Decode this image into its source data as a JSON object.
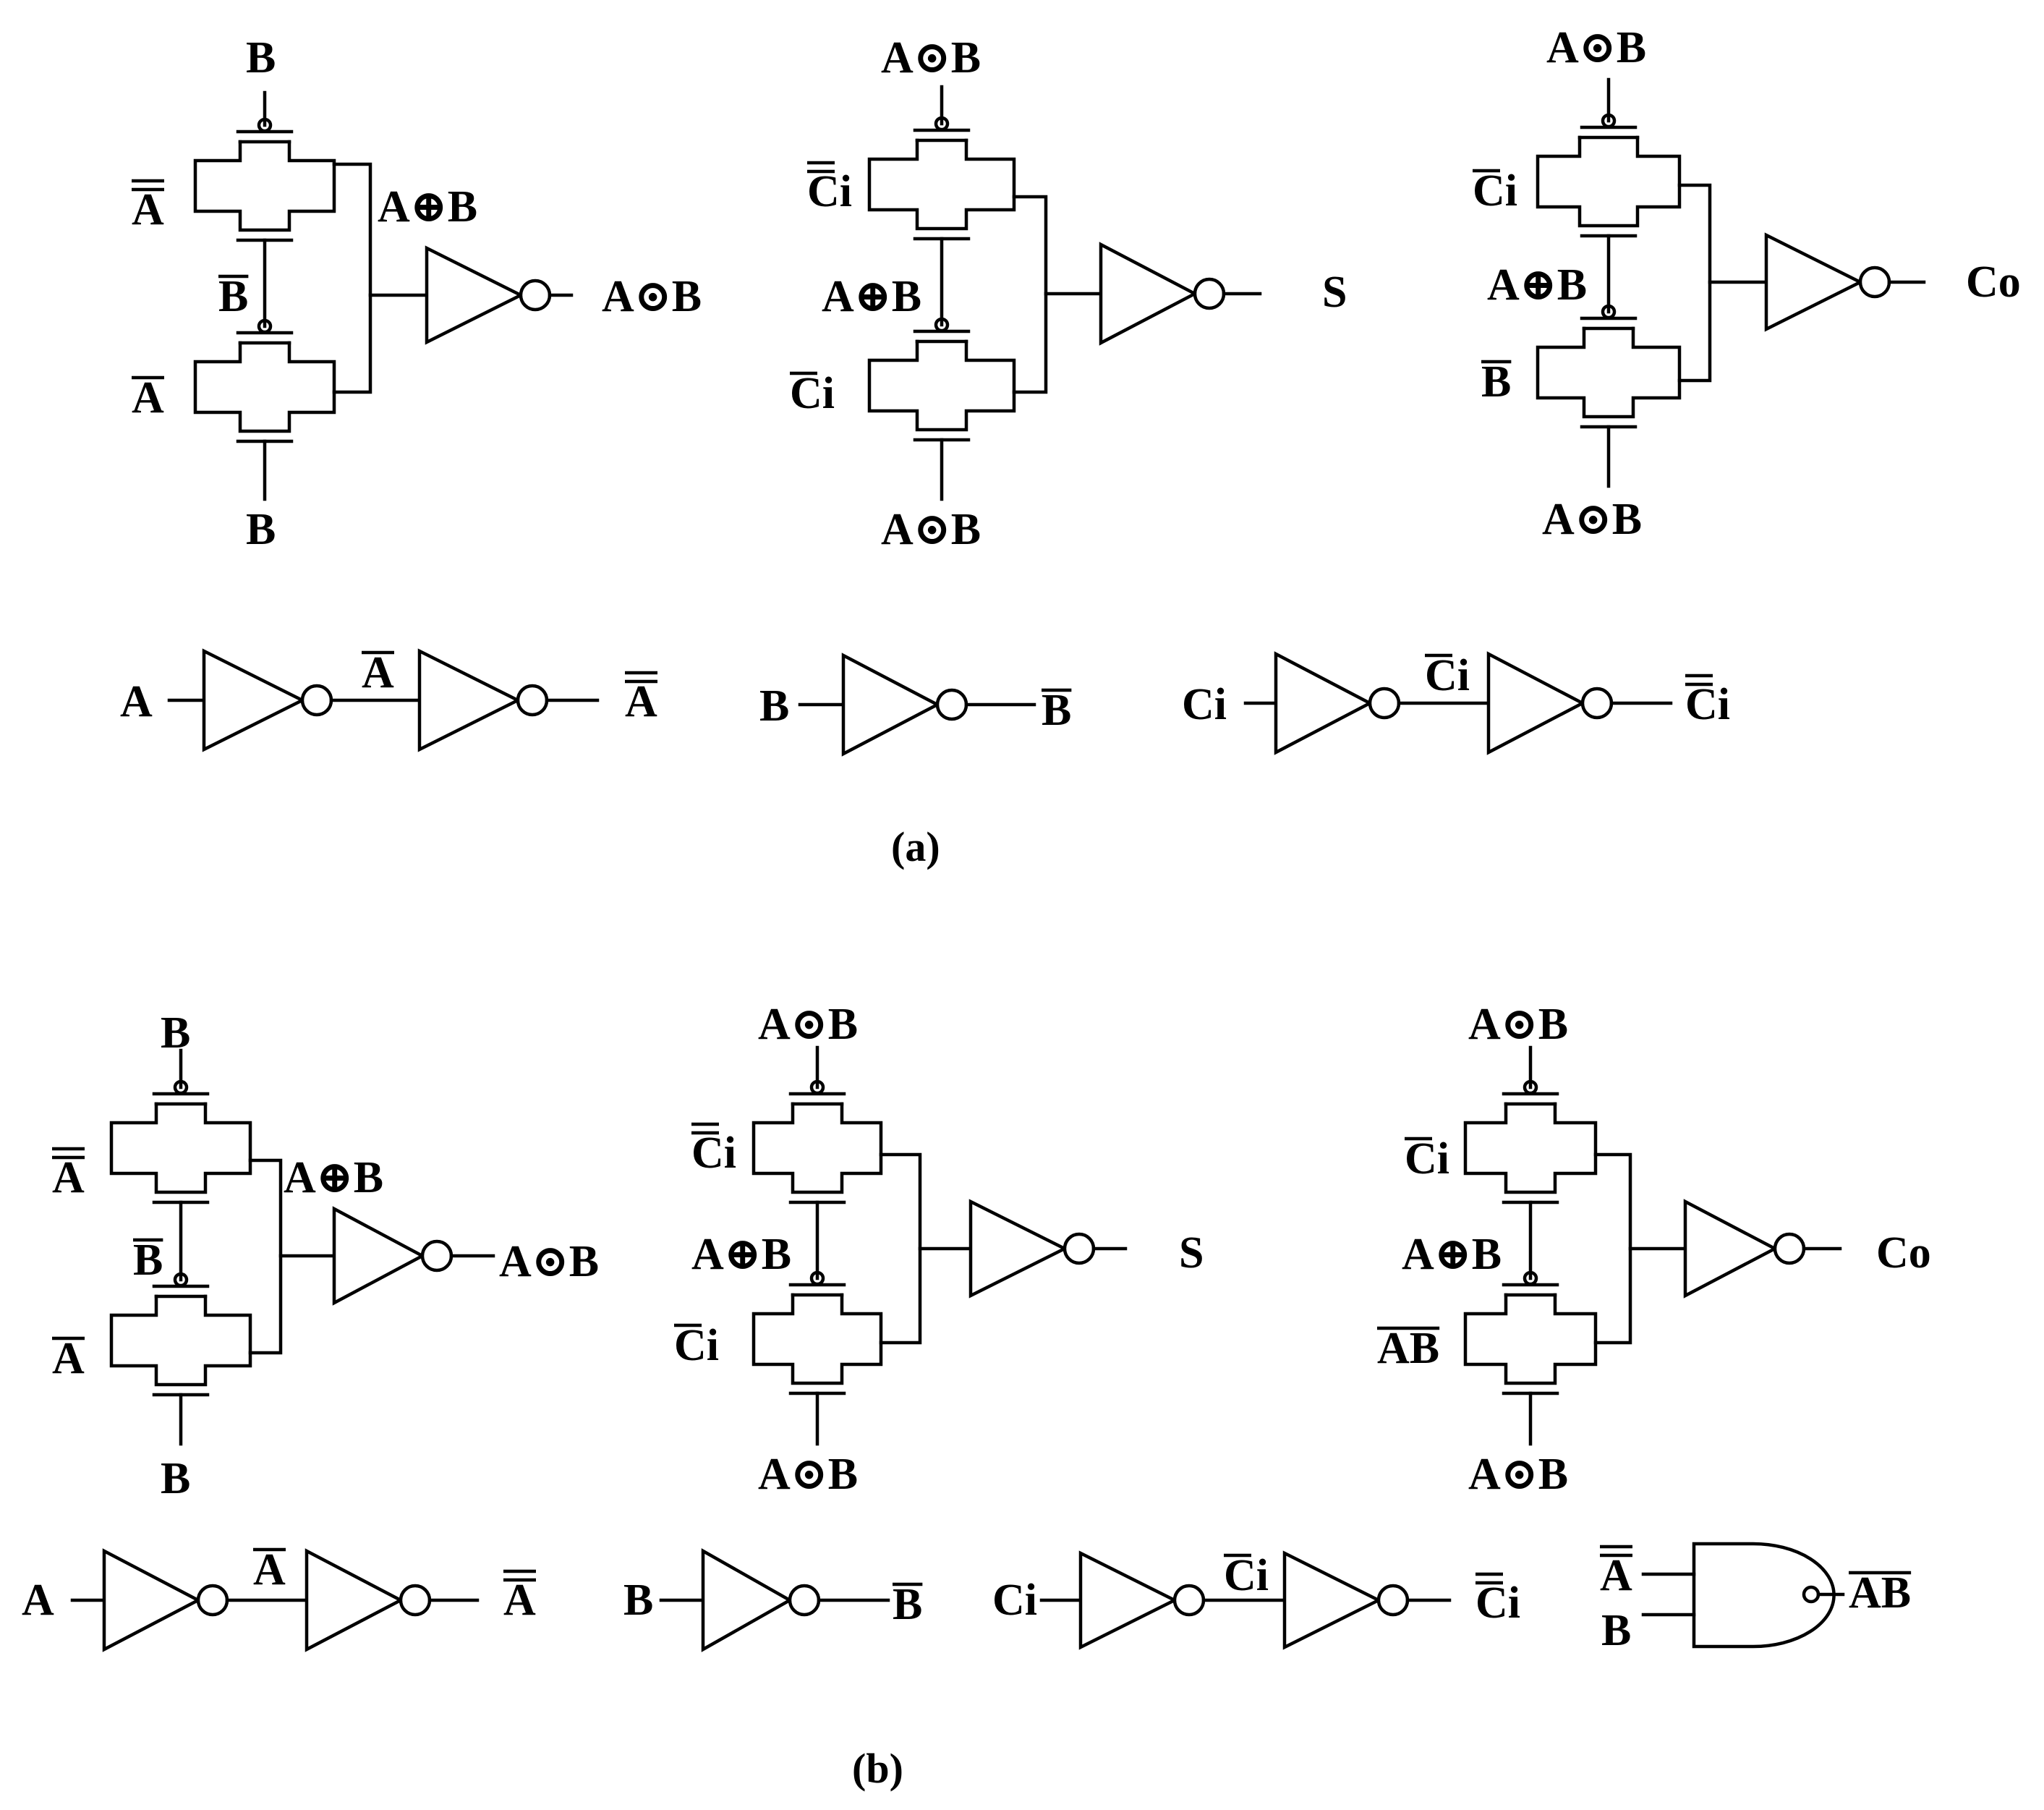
{
  "labels": {
    "B": "B",
    "A": "A",
    "A_bar": "A",
    "A_bar_bar": "A",
    "B_bar": "B",
    "Ci": "Ci",
    "Ci_bar": "Ci",
    "Ci_bar_bar": "Ci",
    "AB_bar": "AB",
    "xor": "A⊕B",
    "xnor": "A⊙B",
    "sum": "S",
    "carry": "Co"
  },
  "captions": {
    "a": "(a)",
    "b": "(b)"
  }
}
